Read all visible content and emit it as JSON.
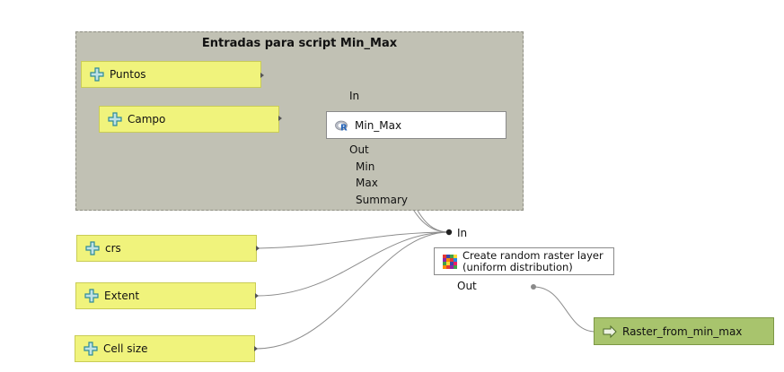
{
  "group": {
    "title": "Entradas para script Min_Max"
  },
  "inputs": [
    {
      "id": "puntos",
      "label": "Puntos"
    },
    {
      "id": "campo",
      "label": "Campo"
    },
    {
      "id": "crs",
      "label": "crs"
    },
    {
      "id": "extent",
      "label": "Extent"
    },
    {
      "id": "cellsize",
      "label": "Cell size"
    }
  ],
  "algorithms": [
    {
      "id": "minmax",
      "label": "Min_Max",
      "icon": "r-script-icon",
      "in_label": "In",
      "out_label": "Out",
      "outputs": [
        "Min",
        "Max",
        "Summary"
      ]
    },
    {
      "id": "random",
      "label": "Create random raster layer\n(uniform distribution)",
      "icon": "random-raster-icon",
      "in_label": "In",
      "out_label": "Out"
    }
  ],
  "outputs": [
    {
      "id": "raster",
      "label": "Raster_from_min_max",
      "icon": "output-arrow-icon"
    }
  ],
  "colors": {
    "input_fill": "#f0f37c",
    "output_fill": "#a8c46d",
    "group_fill": "#c1c1b4",
    "connector": "#8c8c8c"
  }
}
